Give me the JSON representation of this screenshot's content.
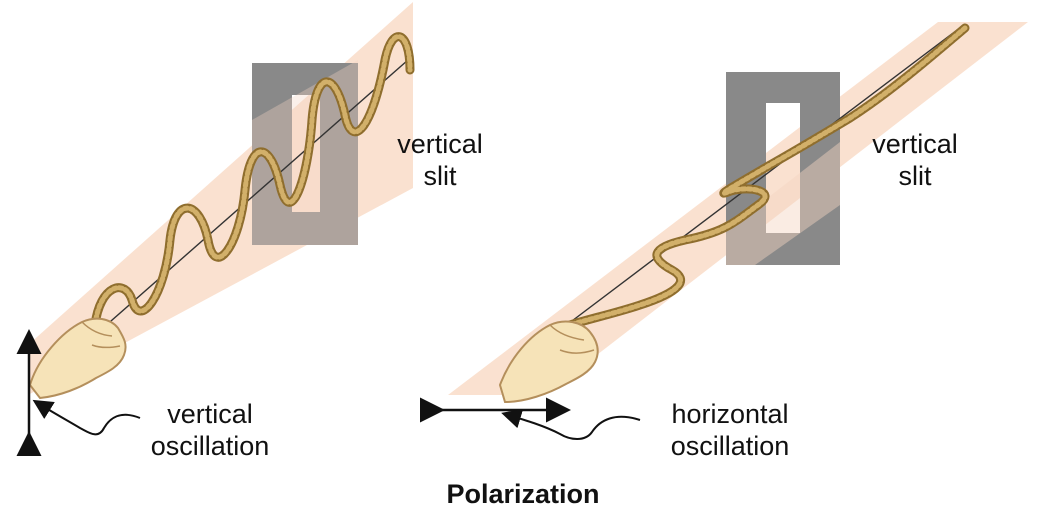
{
  "title": "Polarization",
  "left_panel": {
    "slit_label_line1": "vertical",
    "slit_label_line2": "slit",
    "oscillation_label_line1": "vertical",
    "oscillation_label_line2": "oscillation"
  },
  "right_panel": {
    "slit_label_line1": "vertical",
    "slit_label_line2": "slit",
    "oscillation_label_line1": "horizontal",
    "oscillation_label_line2": "oscillation"
  },
  "colors": {
    "plane": "#f9dcc8",
    "frame": "#888888",
    "rope": "#c6a25a",
    "rope_edge": "#8f6e2e",
    "hand": "#f6e3b8",
    "hand_edge": "#b48f5c",
    "text": "#111111"
  }
}
